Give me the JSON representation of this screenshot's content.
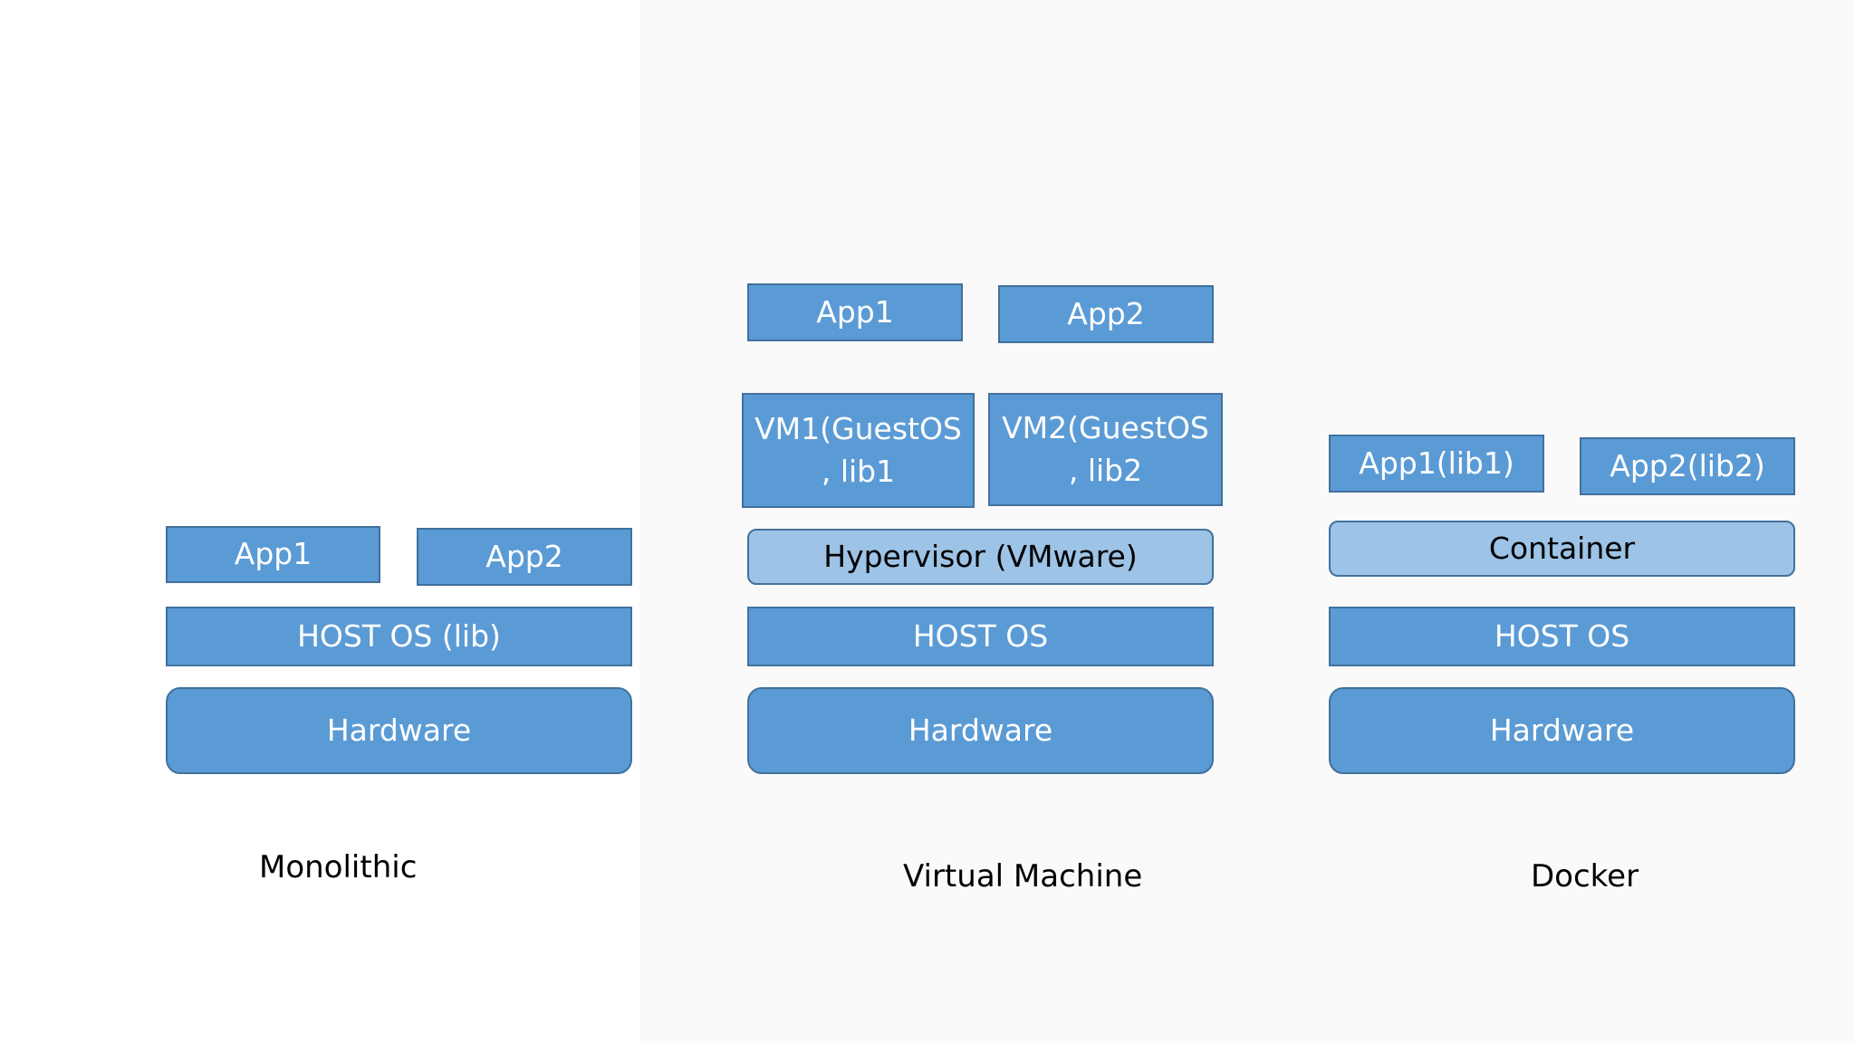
{
  "monolithic": {
    "app1": "App1",
    "app2": "App2",
    "host_os": "HOST OS (lib)",
    "hardware": "Hardware",
    "caption": "Monolithic"
  },
  "virtual_machine": {
    "app1": "App1",
    "app2": "App2",
    "vm1": "VM1(GuestOS\n, lib1",
    "vm2": "VM2(GuestOS\n, lib2",
    "hypervisor": "Hypervisor (VMware)",
    "host_os": "HOST OS",
    "hardware": "Hardware",
    "caption": "Virtual Machine"
  },
  "docker": {
    "app1": "App1(lib1)",
    "app2": "App2(lib2)",
    "container": "Container",
    "host_os": "HOST OS",
    "hardware": "Hardware",
    "caption": "Docker"
  },
  "colors": {
    "box_fill": "#5b9bd5",
    "box_border": "#41719c",
    "light_fill": "#9dc3e6",
    "text_on_box": "#ffffff"
  }
}
